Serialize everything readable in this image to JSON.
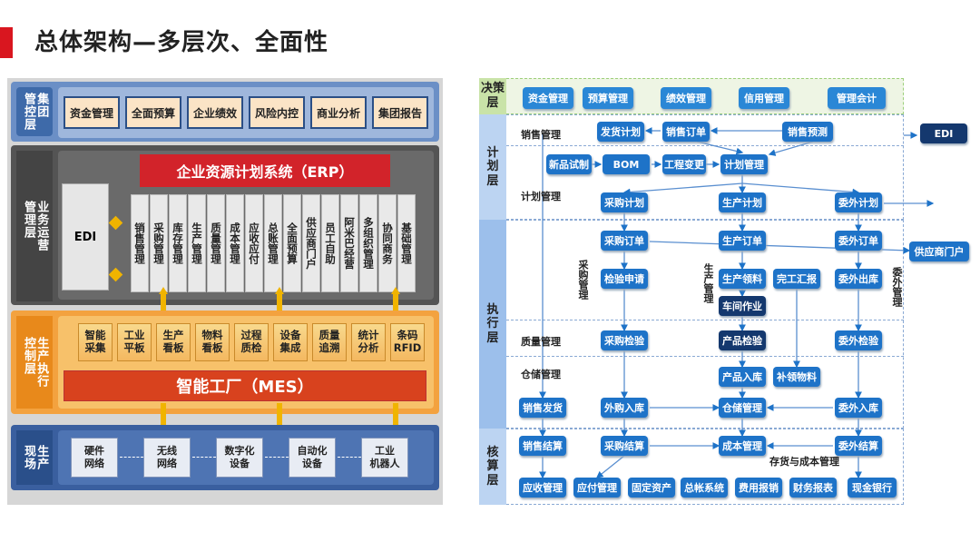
{
  "page": {
    "title": "总体架构—多层次、全面性"
  },
  "left": {
    "layers": {
      "group_mgmt": "集团\n管控层",
      "business_ops": "业务运营\n管理层",
      "production_exec": "生产执行\n控制层",
      "field": "生产\n现场"
    },
    "group_items": [
      "资金管理",
      "全面预算",
      "企业绩效",
      "风险内控",
      "商业分析",
      "集团报告"
    ],
    "erp_title": "企业资源计划系统（ERP）",
    "edi": "EDI",
    "erp_modules": [
      "销售管理",
      "采购管理",
      "库存管理",
      "生产管理",
      "质量管理",
      "成本管理",
      "应收应付",
      "总账管理",
      "全面预算",
      "供应商门户",
      "员工自助",
      "阿米巴经营",
      "多组织管理",
      "协同商务",
      "基础管理"
    ],
    "mes_items": [
      "智能\n采集",
      "工业\n平板",
      "生产\n看板",
      "物料\n看板",
      "过程\n质检",
      "设备\n集成",
      "质量\n追溯",
      "统计\n分析",
      "条码\nRFID"
    ],
    "mes_title": "智能工厂（MES）",
    "field_items": [
      "硬件\n网络",
      "无线\n网络",
      "数字化\n设备",
      "自动化\n设备",
      "工业\n机器人"
    ]
  },
  "right": {
    "lanes": {
      "decision": "决策\n层",
      "plan": "计\n划\n层",
      "exec": "执\n行\n层",
      "account": "核\n算\n层"
    },
    "decision_nodes": [
      "资金管理",
      "预算管理",
      "绩效管理",
      "信用管理",
      "管理会计"
    ],
    "notes": {
      "sales_mgmt": "销售管理",
      "plan_mgmt": "计划管理",
      "purchase_mgmt": "采购管理",
      "prod_mgmt": "生产管理",
      "outsource_mgmt": "委外管理",
      "quality_mgmt": "质量管理",
      "warehouse_mgmt": "仓储管理",
      "inventory_cost": "存货与成本管理"
    },
    "nodes": {
      "edi": "EDI",
      "ship_plan": "发货计划",
      "sales_order": "销售订单",
      "sales_forecast": "销售预测",
      "new_trial": "新品试制",
      "bom": "BOM",
      "eng_change": "工程变更",
      "plan_mgmt": "计划管理",
      "purchase_plan": "采购计划",
      "prod_plan": "生产计划",
      "outsource_plan": "委外计划",
      "purchase_order": "采购订单",
      "prod_order": "生产订单",
      "outsource_order": "委外订单",
      "supplier_portal": "供应商门户",
      "inspect_apply": "检验申请",
      "prod_material": "生产领料",
      "completion_report": "完工汇报",
      "outsource_out": "委外出库",
      "workshop": "车间作业",
      "purchase_inspect": "采购检验",
      "prod_inspect": "产品检验",
      "outsource_inspect": "委外检验",
      "prod_in": "产品入库",
      "replenish": "补领物料",
      "sales_ship": "销售发货",
      "outsource_in_buy": "外购入库",
      "warehouse": "仓储管理",
      "outsource_in": "委外入库",
      "sales_settle": "销售结算",
      "purchase_settle": "采购结算",
      "cost_mgmt": "成本管理",
      "outsource_settle": "委外结算"
    },
    "account_nodes": [
      "应收管理",
      "应付管理",
      "固定资产",
      "总帐系统",
      "费用报销",
      "财务报表",
      "现金银行"
    ]
  }
}
